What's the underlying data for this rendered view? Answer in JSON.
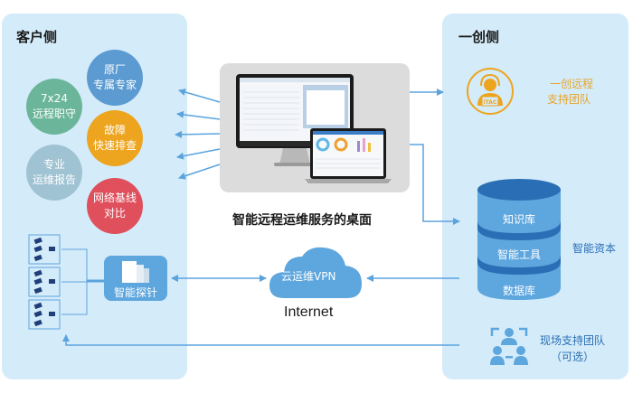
{
  "left_panel": {
    "title": "客户侧",
    "services": [
      {
        "line1": "原厂",
        "line2": "专属专家",
        "color": "#5b9bd2"
      },
      {
        "line1": "7x24",
        "line2": "远程职守",
        "color": "#6bb69a"
      },
      {
        "line1": "故障",
        "line2": "快速排查",
        "color": "#eda51f"
      },
      {
        "line1": "专业",
        "line2": "运维报告",
        "color": "#9fc3d3"
      },
      {
        "line1": "网络基线",
        "line2": "对比",
        "color": "#df4f5c"
      }
    ],
    "probe_label": "智能探针"
  },
  "center": {
    "desktop_caption": "智能远程运维服务的桌面",
    "vpn_label": "云运维VPN",
    "internet_label": "Internet"
  },
  "right_panel": {
    "title": "一创侧",
    "remote_team": {
      "line1": "一创远程",
      "line2": "支持团队",
      "badge": "iTAC",
      "color": "#eda51f"
    },
    "capital_label": "智能资本",
    "db_layers": [
      "知识库",
      "智能工具",
      "数据库"
    ],
    "onsite_team": {
      "line1": "现场支持团队",
      "line2": "（可选）"
    }
  },
  "colors": {
    "panel_bg": "#d4ebf9",
    "arrow": "#5ba3dd",
    "primary_blue": "#5ea6de",
    "dark_blue": "#2a6fb5",
    "orange": "#eda51f"
  }
}
